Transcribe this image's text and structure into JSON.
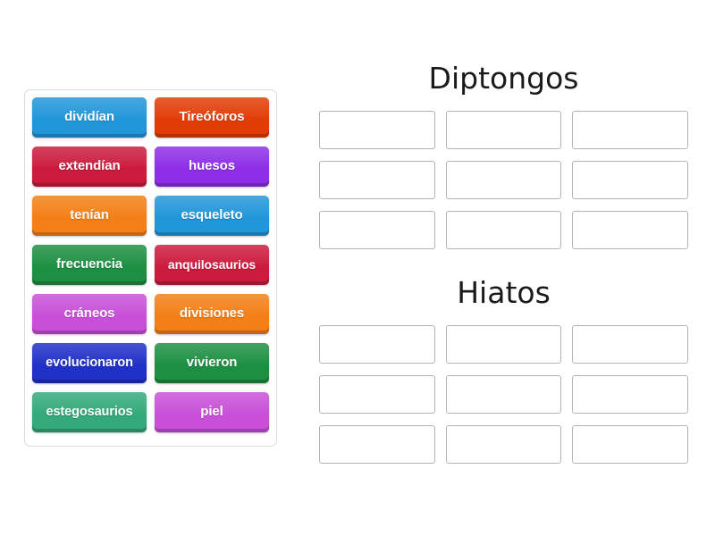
{
  "activity": {
    "type": "group-sort",
    "tile_panel": {
      "name": "word-tile-bank",
      "tiles": [
        {
          "label": "dividían",
          "color": "#2196d9"
        },
        {
          "label": "Tireóforos",
          "color": "#e23c06"
        },
        {
          "label": "extendían",
          "color": "#cc1b3d"
        },
        {
          "label": "huesos",
          "color": "#8e2ee8"
        },
        {
          "label": "tenían",
          "color": "#f47f16"
        },
        {
          "label": "esqueleto",
          "color": "#2196d9"
        },
        {
          "label": "frecuencia",
          "color": "#1d8f42"
        },
        {
          "label": "anquilosaurios",
          "color": "#cc1b3d"
        },
        {
          "label": "cráneos",
          "color": "#c850d8"
        },
        {
          "label": "divisiones",
          "color": "#f47f16"
        },
        {
          "label": "evolucionaron",
          "color": "#2030c8"
        },
        {
          "label": "vivieron",
          "color": "#1d8f42"
        },
        {
          "label": "estegosaurios",
          "color": "#34a97a"
        },
        {
          "label": "piel",
          "color": "#c850d8"
        }
      ]
    },
    "categories": [
      {
        "name": "diptongos",
        "title": "Diptongos",
        "slots": [
          "",
          "",
          "",
          "",
          "",
          "",
          "",
          "",
          ""
        ]
      },
      {
        "name": "hiatos",
        "title": "Hiatos",
        "slots": [
          "",
          "",
          "",
          "",
          "",
          "",
          "",
          "",
          ""
        ]
      }
    ]
  }
}
